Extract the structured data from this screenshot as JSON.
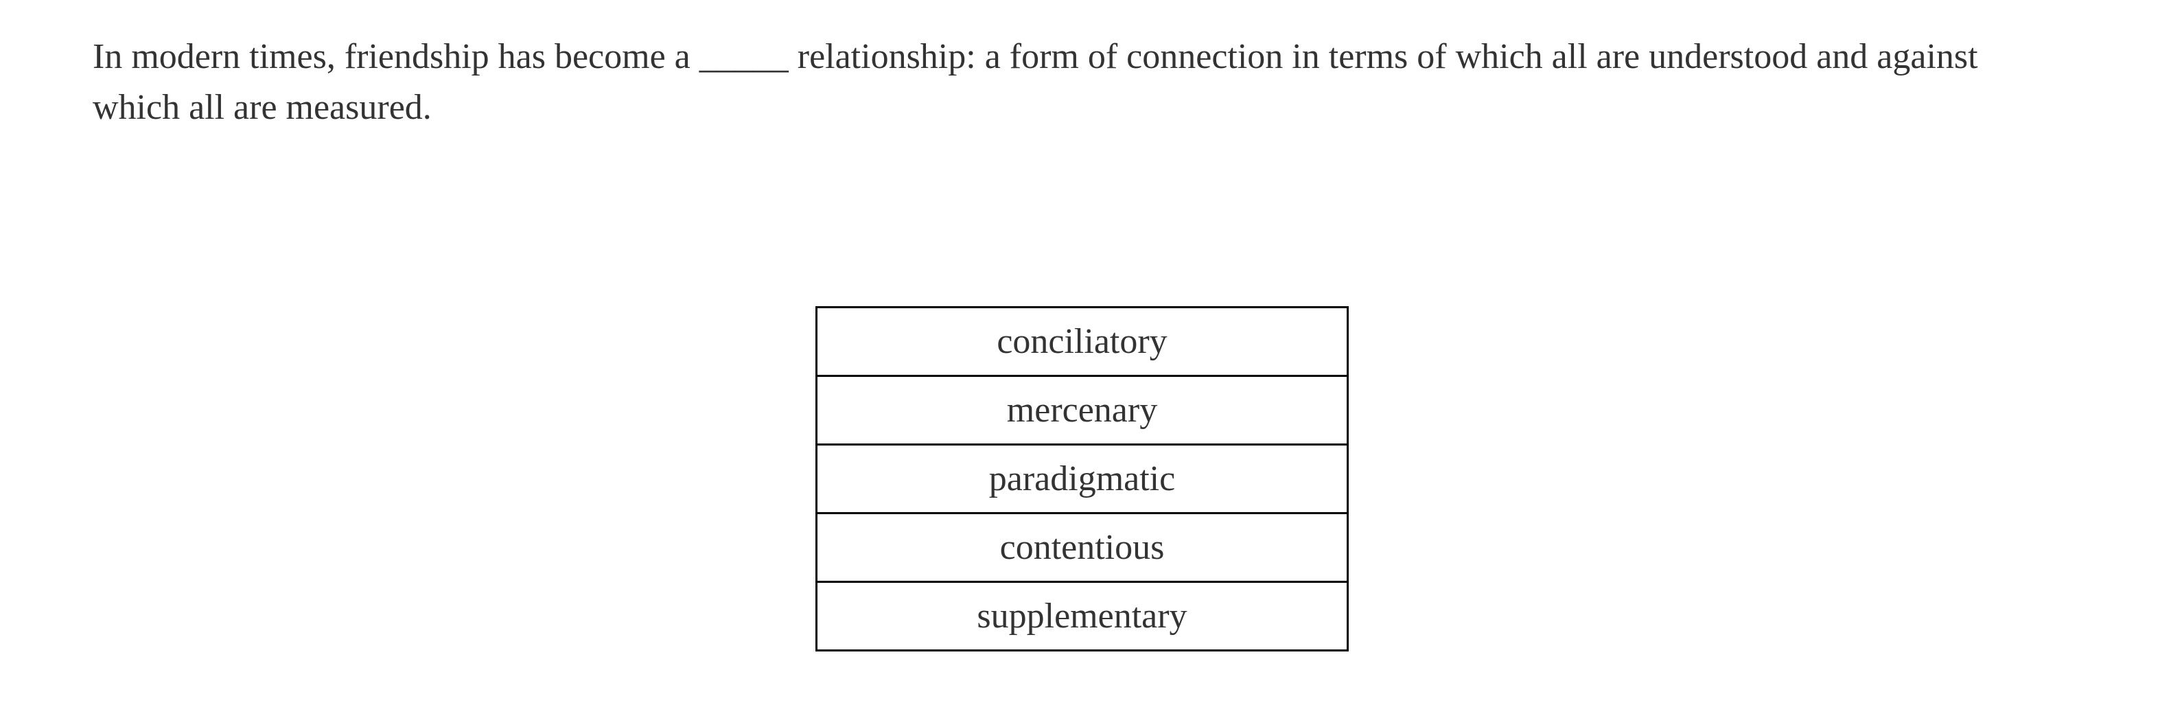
{
  "question": {
    "before_blank": "In modern times, friendship has become a ",
    "blank": "_____",
    "after_blank": " relationship: a form of connection in terms of which all are understood and against which all are measured."
  },
  "options": [
    {
      "label": "conciliatory"
    },
    {
      "label": "mercenary"
    },
    {
      "label": "paradigmatic"
    },
    {
      "label": "contentious"
    },
    {
      "label": "supplementary"
    }
  ],
  "colors": {
    "text": "#333333",
    "border": "#000000",
    "background": "#ffffff"
  }
}
